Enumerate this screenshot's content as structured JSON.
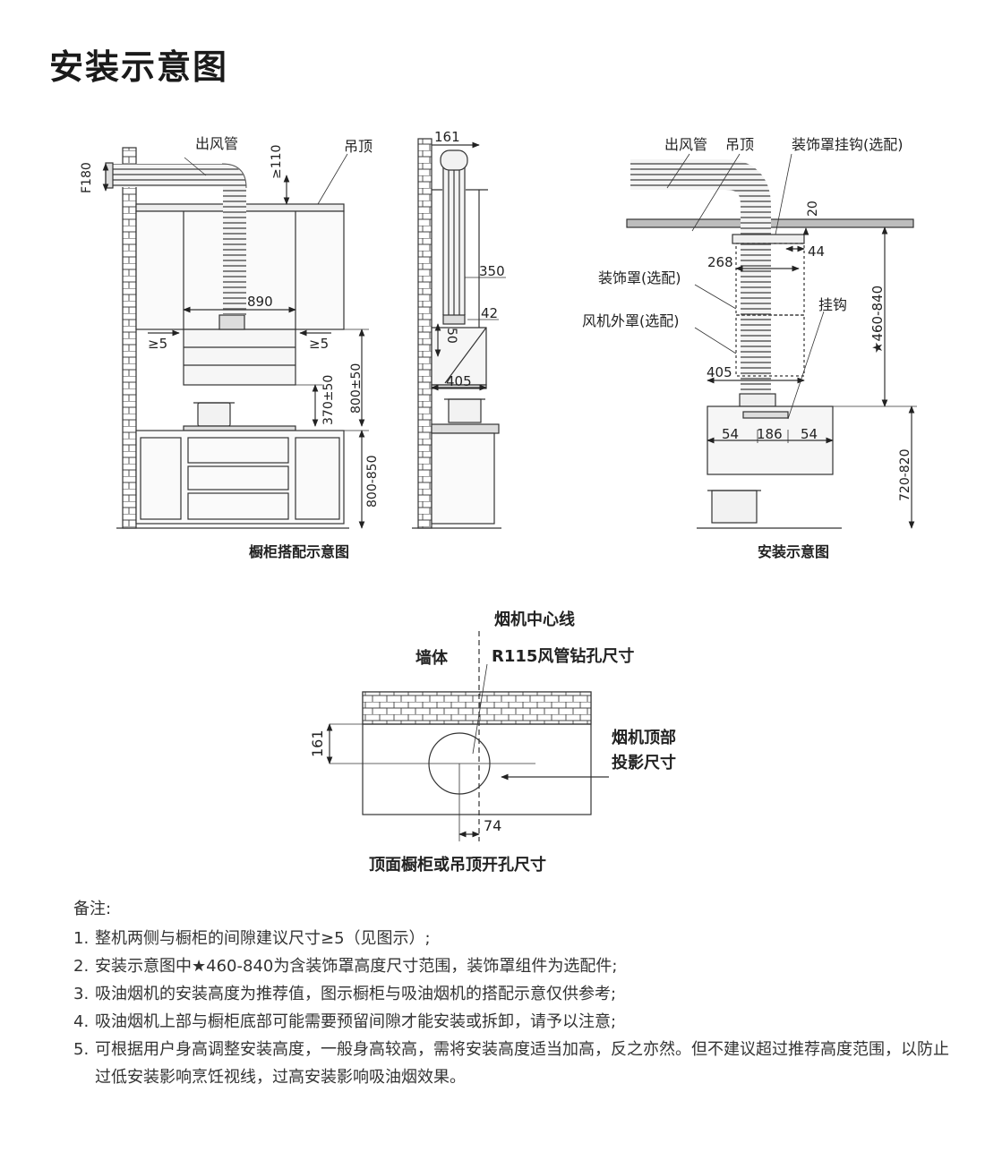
{
  "page": {
    "title": "安装示意图"
  },
  "fig1": {
    "caption": "橱柜搭配示意图",
    "label_duct": "出风管",
    "label_ceiling": "吊顶",
    "dim_f180": "F180",
    "dim_110": "≥110",
    "dim_890": "890",
    "dim_gap_left": "≥5",
    "dim_gap_right": "≥5",
    "dim_370": "370±50",
    "dim_800_50": "800±50",
    "dim_800_850": "800-850"
  },
  "fig2": {
    "dim_161": "161",
    "dim_350": "350",
    "dim_42": "42",
    "dim_50": "50",
    "dim_405": "405"
  },
  "fig3": {
    "caption": "安装示意图",
    "label_duct": "出风管",
    "label_ceiling": "吊顶",
    "label_hook_opt": "装饰罩挂钩(选配)",
    "label_cover": "装饰罩(选配)",
    "label_shell": "风机外罩(选配)",
    "label_hook": "挂钩",
    "dim_20": "20",
    "dim_44": "44",
    "dim_268": "268",
    "dim_405": "405",
    "dim_460_840": "★460-840",
    "dim_54_left": "54",
    "dim_186": "186",
    "dim_54_right": "54",
    "dim_720_820": "720-820"
  },
  "fig4": {
    "caption": "顶面橱柜或吊顶开孔尺寸",
    "label_center": "烟机中心线",
    "label_wall": "墙体",
    "label_hole": "R115风管钻孔尺寸",
    "label_proj_1": "烟机顶部",
    "label_proj_2": "投影尺寸",
    "dim_161": "161",
    "dim_74": "74"
  },
  "notes": {
    "heading": "备注:",
    "items": [
      {
        "num": "1.",
        "text": "整机两侧与橱柜的间隙建议尺寸≥5（见图示）;"
      },
      {
        "num": "2.",
        "text": "安装示意图中★460-840为含装饰罩高度尺寸范围，装饰罩组件为选配件;"
      },
      {
        "num": "3.",
        "text": "吸油烟机的安装高度为推荐值，图示橱柜与吸油烟机的搭配示意仅供参考;"
      },
      {
        "num": "4.",
        "text": "吸油烟机上部与橱柜底部可能需要预留间隙才能安装或拆卸，请予以注意;"
      },
      {
        "num": "5.",
        "text": "可根据用户身高调整安装高度，一般身高较高，需将安装高度适当加高，反之亦然。但不建议超过推荐高度范围，以防止过低安装影响烹饪视线，过高安装影响吸油烟效果。"
      }
    ]
  }
}
